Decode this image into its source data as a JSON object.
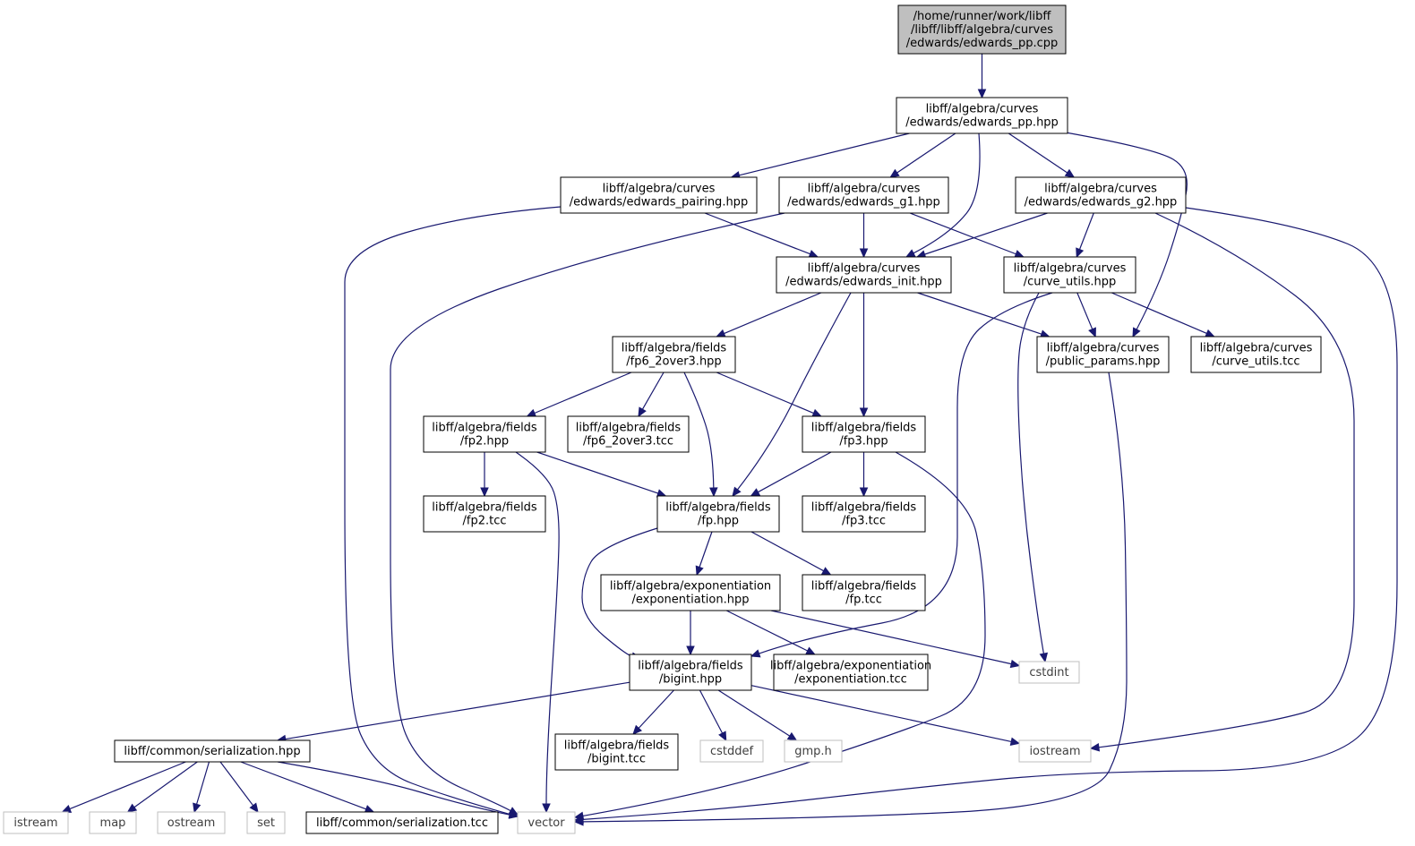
{
  "nodes": [
    {
      "id": "root",
      "kind": "root",
      "lines": [
        "/home/runner/work/libff",
        "/libff/libff/algebra/curves",
        "/edwards/edwards_pp.cpp"
      ]
    },
    {
      "id": "pp_hpp",
      "kind": "file",
      "lines": [
        "libff/algebra/curves",
        "/edwards/edwards_pp.hpp"
      ]
    },
    {
      "id": "pairing",
      "kind": "file",
      "lines": [
        "libff/algebra/curves",
        "/edwards/edwards_pairing.hpp"
      ]
    },
    {
      "id": "g1",
      "kind": "file",
      "lines": [
        "libff/algebra/curves",
        "/edwards/edwards_g1.hpp"
      ]
    },
    {
      "id": "g2",
      "kind": "file",
      "lines": [
        "libff/algebra/curves",
        "/edwards/edwards_g2.hpp"
      ]
    },
    {
      "id": "init",
      "kind": "file",
      "lines": [
        "libff/algebra/curves",
        "/edwards/edwards_init.hpp"
      ]
    },
    {
      "id": "curve_utils",
      "kind": "file",
      "lines": [
        "libff/algebra/curves",
        "/curve_utils.hpp"
      ]
    },
    {
      "id": "fp6",
      "kind": "file",
      "lines": [
        "libff/algebra/fields",
        "/fp6_2over3.hpp"
      ]
    },
    {
      "id": "public_params",
      "kind": "file",
      "lines": [
        "libff/algebra/curves",
        "/public_params.hpp"
      ]
    },
    {
      "id": "curve_utils_tcc",
      "kind": "file",
      "lines": [
        "libff/algebra/curves",
        "/curve_utils.tcc"
      ]
    },
    {
      "id": "fp2",
      "kind": "file",
      "lines": [
        "libff/algebra/fields",
        "/fp2.hpp"
      ]
    },
    {
      "id": "fp6_tcc",
      "kind": "file",
      "lines": [
        "libff/algebra/fields",
        "/fp6_2over3.tcc"
      ]
    },
    {
      "id": "fp3",
      "kind": "file",
      "lines": [
        "libff/algebra/fields",
        "/fp3.hpp"
      ]
    },
    {
      "id": "fp2_tcc",
      "kind": "file",
      "lines": [
        "libff/algebra/fields",
        "/fp2.tcc"
      ]
    },
    {
      "id": "fp",
      "kind": "file",
      "lines": [
        "libff/algebra/fields",
        "/fp.hpp"
      ]
    },
    {
      "id": "fp3_tcc",
      "kind": "file",
      "lines": [
        "libff/algebra/fields",
        "/fp3.tcc"
      ]
    },
    {
      "id": "expo",
      "kind": "file",
      "lines": [
        "libff/algebra/exponentiation",
        "/exponentiation.hpp"
      ]
    },
    {
      "id": "fp_tcc",
      "kind": "file",
      "lines": [
        "libff/algebra/fields",
        "/fp.tcc"
      ]
    },
    {
      "id": "bigint",
      "kind": "file",
      "lines": [
        "libff/algebra/fields",
        "/bigint.hpp"
      ]
    },
    {
      "id": "expo_tcc",
      "kind": "file",
      "lines": [
        "libff/algebra/exponentiation",
        "/exponentiation.tcc"
      ]
    },
    {
      "id": "cstdint",
      "kind": "sys",
      "lines": [
        "cstdint"
      ]
    },
    {
      "id": "serialization",
      "kind": "file",
      "lines": [
        "libff/common/serialization.hpp"
      ]
    },
    {
      "id": "bigint_tcc",
      "kind": "file",
      "lines": [
        "libff/algebra/fields",
        "/bigint.tcc"
      ]
    },
    {
      "id": "cstddef",
      "kind": "sys",
      "lines": [
        "cstddef"
      ]
    },
    {
      "id": "gmp",
      "kind": "sys",
      "lines": [
        "gmp.h"
      ]
    },
    {
      "id": "iostream",
      "kind": "sys",
      "lines": [
        "iostream"
      ]
    },
    {
      "id": "istream",
      "kind": "sys",
      "lines": [
        "istream"
      ]
    },
    {
      "id": "map",
      "kind": "sys",
      "lines": [
        "map"
      ]
    },
    {
      "id": "ostream",
      "kind": "sys",
      "lines": [
        "ostream"
      ]
    },
    {
      "id": "set",
      "kind": "sys",
      "lines": [
        "set"
      ]
    },
    {
      "id": "serialization_tcc",
      "kind": "file",
      "lines": [
        "libff/common/serialization.tcc"
      ]
    },
    {
      "id": "vector",
      "kind": "sys",
      "lines": [
        "vector"
      ]
    }
  ],
  "edges": [
    [
      "root",
      "pp_hpp"
    ],
    [
      "pp_hpp",
      "pairing"
    ],
    [
      "pp_hpp",
      "g1"
    ],
    [
      "pp_hpp",
      "g2"
    ],
    [
      "pp_hpp",
      "init"
    ],
    [
      "pp_hpp",
      "public_params"
    ],
    [
      "pairing",
      "init"
    ],
    [
      "pairing",
      "vector"
    ],
    [
      "g1",
      "init"
    ],
    [
      "g1",
      "curve_utils"
    ],
    [
      "g1",
      "vector"
    ],
    [
      "g2",
      "init"
    ],
    [
      "g2",
      "curve_utils"
    ],
    [
      "g2",
      "iostream"
    ],
    [
      "g2",
      "vector"
    ],
    [
      "init",
      "fp6"
    ],
    [
      "init",
      "fp3"
    ],
    [
      "init",
      "fp"
    ],
    [
      "init",
      "public_params"
    ],
    [
      "curve_utils",
      "public_params"
    ],
    [
      "curve_utils",
      "curve_utils_tcc"
    ],
    [
      "curve_utils",
      "bigint"
    ],
    [
      "curve_utils",
      "cstdint"
    ],
    [
      "public_params",
      "vector"
    ],
    [
      "fp6",
      "fp2"
    ],
    [
      "fp6",
      "fp6_tcc"
    ],
    [
      "fp6",
      "fp3"
    ],
    [
      "fp6",
      "fp"
    ],
    [
      "fp2",
      "fp2_tcc"
    ],
    [
      "fp2",
      "fp"
    ],
    [
      "fp2",
      "vector"
    ],
    [
      "fp3",
      "fp"
    ],
    [
      "fp3",
      "fp3_tcc"
    ],
    [
      "fp3",
      "vector"
    ],
    [
      "fp",
      "expo"
    ],
    [
      "fp",
      "fp_tcc"
    ],
    [
      "fp",
      "bigint"
    ],
    [
      "expo",
      "bigint"
    ],
    [
      "expo",
      "expo_tcc"
    ],
    [
      "expo",
      "cstdint"
    ],
    [
      "bigint",
      "serialization"
    ],
    [
      "bigint",
      "bigint_tcc"
    ],
    [
      "bigint",
      "cstddef"
    ],
    [
      "bigint",
      "gmp"
    ],
    [
      "bigint",
      "iostream"
    ],
    [
      "serialization",
      "istream"
    ],
    [
      "serialization",
      "map"
    ],
    [
      "serialization",
      "ostream"
    ],
    [
      "serialization",
      "set"
    ],
    [
      "serialization",
      "serialization_tcc"
    ],
    [
      "serialization",
      "vector"
    ]
  ]
}
